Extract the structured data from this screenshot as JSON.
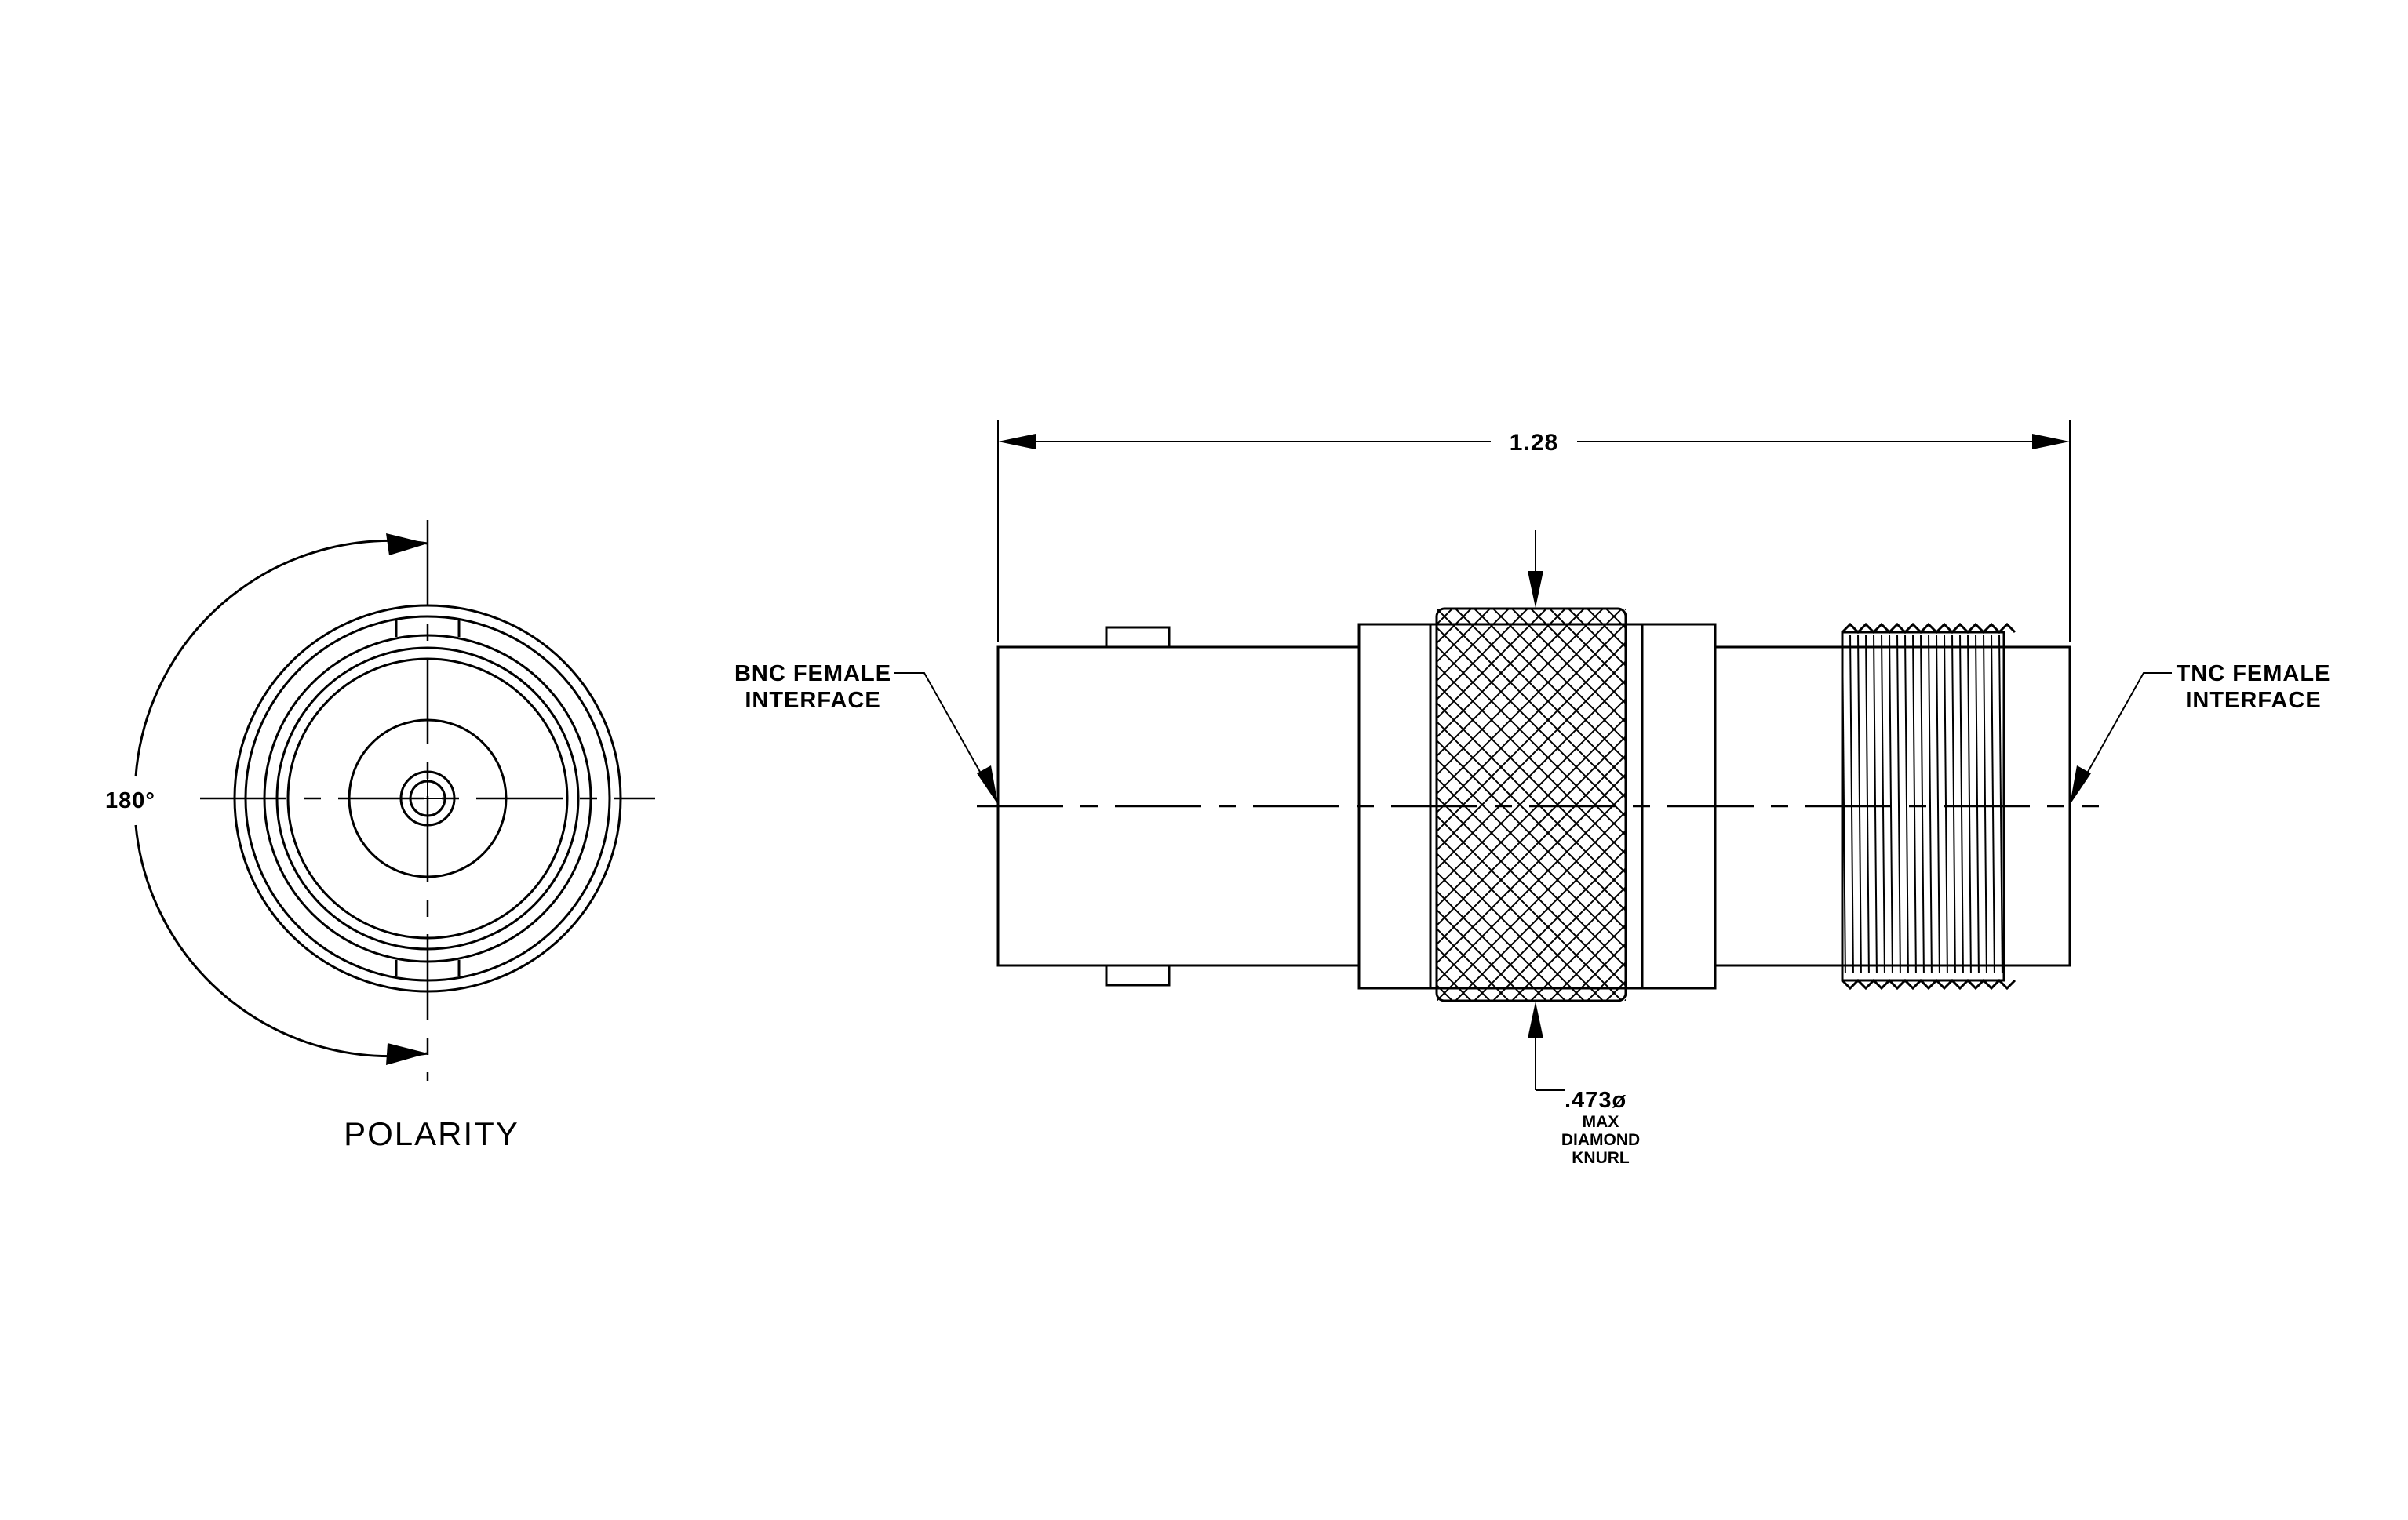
{
  "labels": {
    "dimension_length": "1.28",
    "angle": "180°",
    "polarity_title": "POLARITY",
    "bnc_line1": "BNC FEMALE",
    "bnc_line2": "INTERFACE",
    "tnc_line1": "TNC FEMALE",
    "tnc_line2": "INTERFACE",
    "knurl_dia": ".473ø",
    "knurl_line2": "MAX",
    "knurl_line3": "DIAMOND",
    "knurl_line4": "KNURL"
  },
  "colors": {
    "line": "#000000",
    "background": "#ffffff"
  }
}
